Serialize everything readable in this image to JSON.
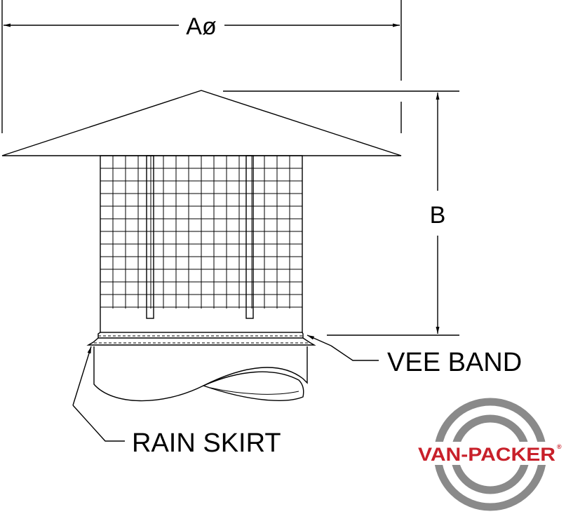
{
  "dimensions": {
    "diameter_label": "Aø",
    "height_label": "B"
  },
  "callouts": {
    "vee_band": "VEE  BAND",
    "rain_skirt": "RAIN  SKIRT"
  },
  "logo": {
    "text": "VAN-PACKER",
    "registered_mark": "®",
    "text_color": "#c8202a",
    "ring_color": "#8a8a8a"
  }
}
